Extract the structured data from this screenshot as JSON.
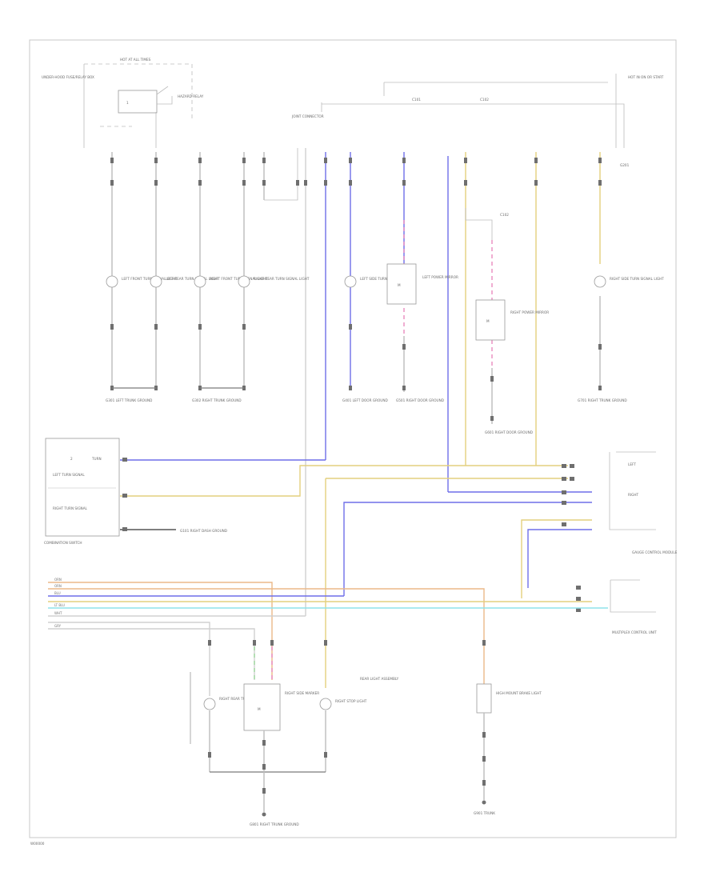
{
  "diagram": {
    "footer_code": "W00000",
    "wire_colors": {
      "blue": "#6f6fe8",
      "yellow": "#e4cf7e",
      "orange": "#ebb888",
      "cyan": "#8fe3ea",
      "gray": "#c6c6c6",
      "pink": "#e98bbf",
      "green": "#9ed99e",
      "black": "#555555"
    },
    "top": {
      "hot_label": "HOT AT ALL TIMES",
      "relay_block_label": "UNDER-HOOD FUSE/RELAY BOX",
      "relay_label": "HAZARD RELAY",
      "junction_label": "JOINT CONNECTOR",
      "hot_right": "HOT IN ON OR START",
      "c_top": "C101",
      "c_top2": "C102",
      "ground_right": "G201"
    },
    "lamps": [
      {
        "label": "LEFT FRONT TURN SIGNAL LIGHT"
      },
      {
        "label": "LEFT REAR TURN SIGNAL LIGHT"
      },
      {
        "label": "RIGHT FRONT TURN SIGNAL LIGHT"
      },
      {
        "label": "RIGHT REAR TURN SIGNAL LIGHT"
      },
      {
        "label": "LEFT SIDE TURN SIGNAL LIGHT"
      },
      {
        "label": "RIGHT SIDE TURN SIGNAL LIGHT"
      }
    ],
    "mirror_left": "LEFT POWER MIRROR",
    "mirror_right": "RIGHT POWER MIRROR",
    "grounds": [
      {
        "label": "G301 LEFT TRUNK GROUND"
      },
      {
        "label": "G302 RIGHT TRUNK GROUND"
      },
      {
        "label": "G401 LEFT DOOR GROUND"
      },
      {
        "label": "G501 RIGHT DOOR GROUND"
      },
      {
        "label": "G601 RIGHT DOOR GROUND"
      },
      {
        "label": "G701 RIGHT TRUNK GROUND"
      }
    ],
    "switch_box": {
      "title": "COMBINATION SWITCH",
      "pin_top": "TURN",
      "left_label": "LEFT TURN SIGNAL",
      "right_label": "RIGHT TURN SIGNAL",
      "bottom_ground": "G101 RIGHT DASH GROUND"
    },
    "right_mid_box": {
      "title": "GAUGE CONTROL MODULE",
      "pin_a": "LEFT",
      "pin_b": "RIGHT"
    },
    "right_low_box": {
      "title": "MULTIPLEX CONTROL UNIT"
    },
    "left_wire_labels": [
      "ORN",
      "ORN",
      "BLU",
      "LT BLU",
      "WHT",
      "GRY"
    ],
    "bottom": {
      "unit_label": "REAR LIGHT ASSEMBLY",
      "lamp_a": "RIGHT REAR TURN SIGNAL",
      "lamp_b": "RIGHT SIDE MARKER",
      "lamp_c": "RIGHT STOP LIGHT",
      "ground_center": "G801 RIGHT TRUNK GROUND",
      "right_unit": "HIGH MOUNT BRAKE LIGHT",
      "ground_right": "G901 TRUNK"
    }
  }
}
